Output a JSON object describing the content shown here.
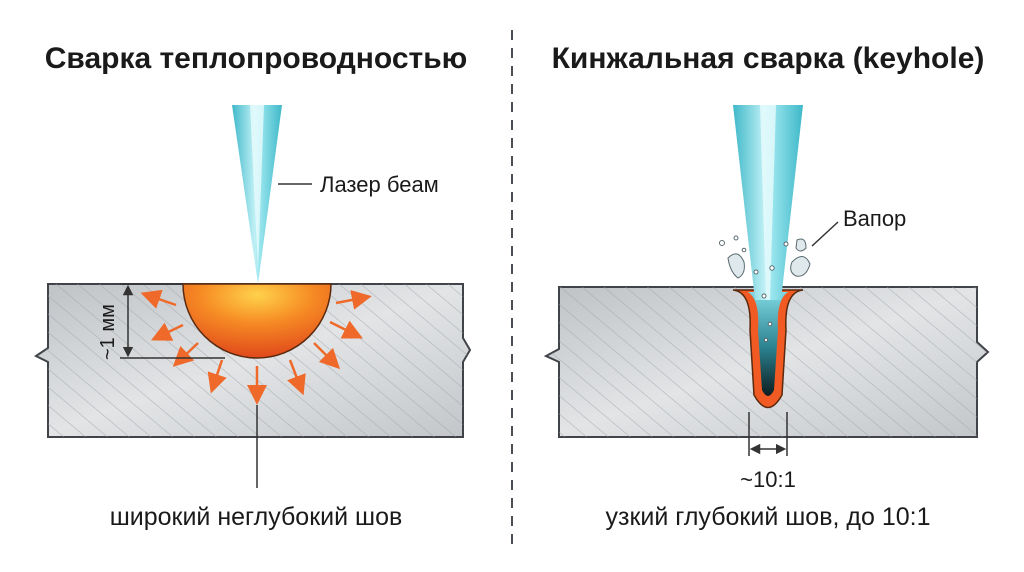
{
  "left_panel": {
    "title": "Сварка теплопроводностью",
    "beam_label": "Лазер беам",
    "depth_label": "~1 мм",
    "caption": "широкий неглубокий шов"
  },
  "right_panel": {
    "title": "Кинжальная сварка (keyhole)",
    "vapor_label": "Вапор",
    "ratio_label": "~10:1",
    "caption": "узкий глубокий шов, до 10:1"
  },
  "colors": {
    "beam": "#6fd3e0",
    "melt_pool": "#f15a22",
    "metal": "#c8cacc",
    "outline": "#404448"
  }
}
